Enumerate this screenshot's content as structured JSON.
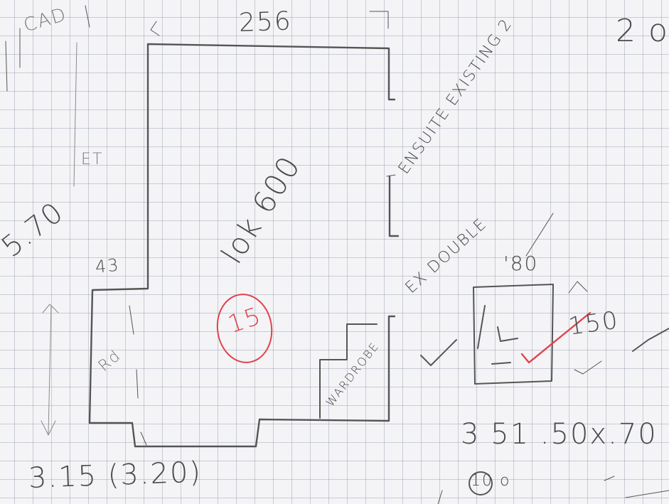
{
  "labels": {
    "top_dimension": "256",
    "left_height": "5.70",
    "notch_width": "43",
    "bottom_dimension": "3.15 (3.20)",
    "room_name": "lok 600",
    "circled_number": "15",
    "right_note": "ENSUITE EXISTING 2",
    "door_note": "EX DOUBLE",
    "box_width": "'80",
    "box_height": "150",
    "wardrobe_label": "WARDROBE",
    "rotated_label": "Rd",
    "bottom_right_calc": "3 51 .50x.70",
    "top_right_fragment": "2 o",
    "top_left_fragment": "CAD",
    "faint_mark": "ET",
    "bottom_circle": "10 o"
  },
  "colors": {
    "pencil": "#555555",
    "red_ink": "#e0444c",
    "grid_paper": "#f4f4f7"
  }
}
